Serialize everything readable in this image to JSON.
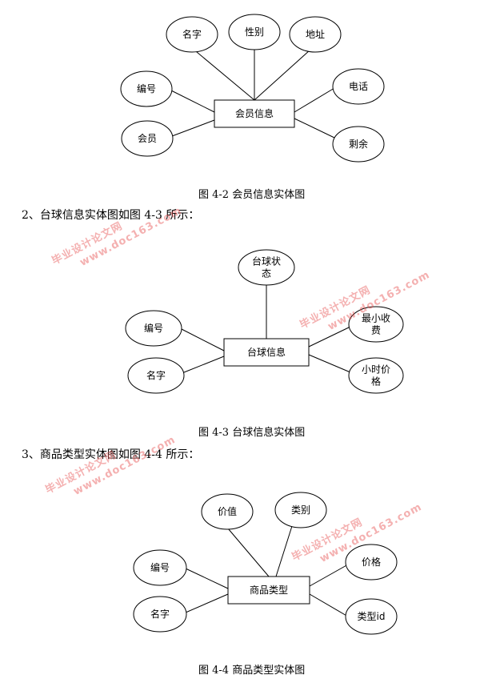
{
  "figure_2": {
    "caption": "图 4-2 会员信息实体图",
    "entity": "会员信息",
    "attributes": [
      "名字",
      "性别",
      "地址",
      "编号",
      "会员",
      "电话",
      "剩余"
    ]
  },
  "heading_3": "2、台球信息实体图如图 4-3 所示：",
  "figure_3": {
    "caption": "图 4-3 台球信息实体图",
    "entity": "台球信息",
    "attributes": [
      "台球状\n态",
      "编号",
      "名字",
      "最小收\n费",
      "小时价\n格"
    ]
  },
  "heading_4": "3、商品类型实体图如图 4-4 所示：",
  "figure_4": {
    "caption": "图 4-4 商品类型实体图",
    "entity": "商品类型",
    "attributes": [
      "价值",
      "类别",
      "编号",
      "名字",
      "价格",
      "类型id"
    ]
  },
  "watermark": {
    "line1": "毕业设计论文网",
    "line2": "www.doc163.com",
    "color": "#e65050"
  }
}
